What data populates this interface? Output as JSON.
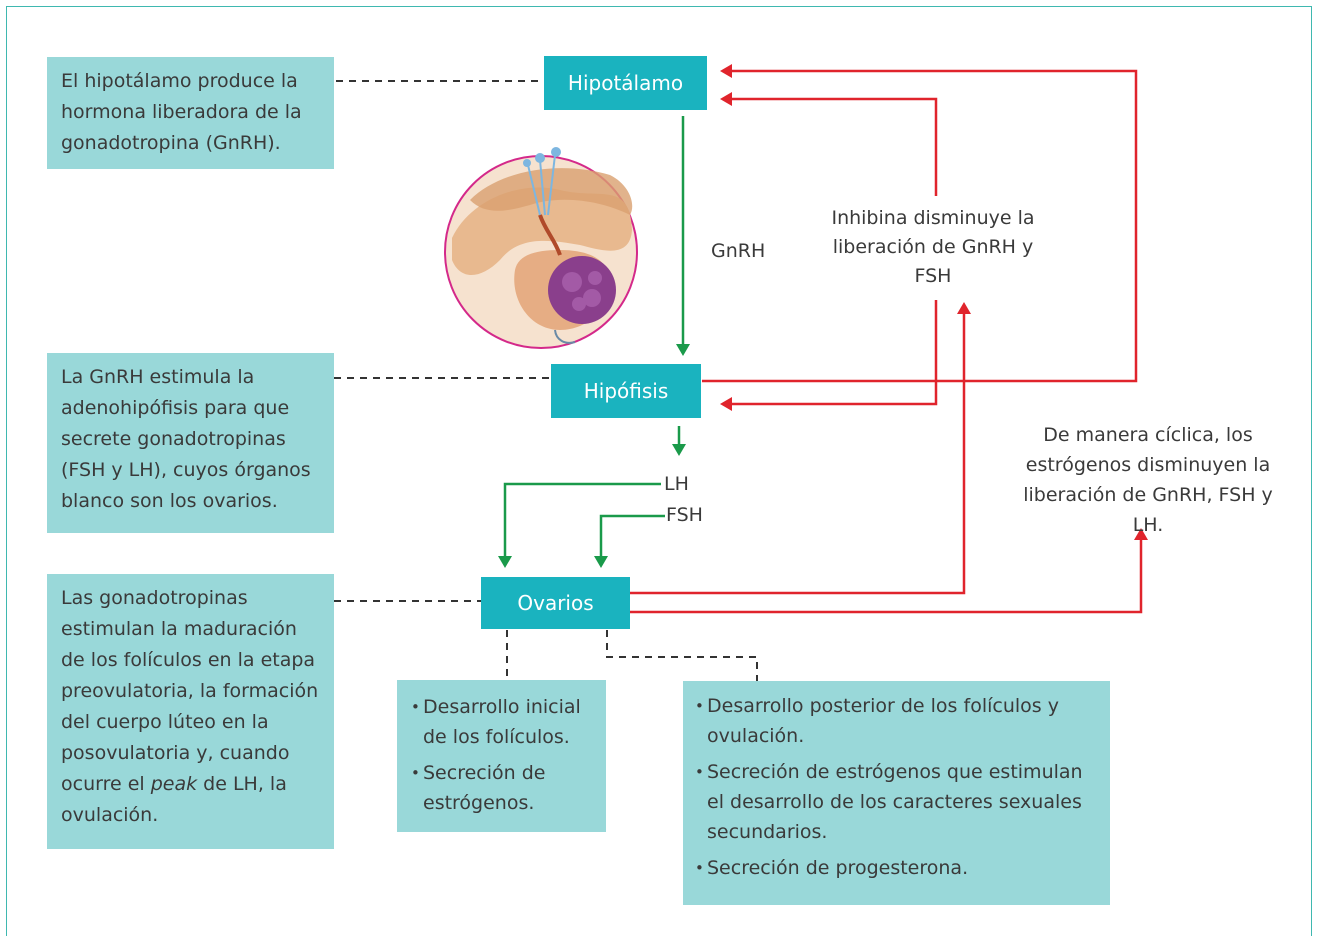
{
  "nodes": {
    "hypothalamus": "Hipotálamo",
    "pituitary": "Hipófisis",
    "ovaries": "Ovarios"
  },
  "left_notes": {
    "hypothalamus": "El hipotálamo produce la hormona liberadora de la gonadotropina (GnRH).",
    "pituitary": "La GnRH estimula la adenohipófisis para que secrete gonadotropinas (FSH y LH), cuyos órganos blanco son los ovarios.",
    "ovaries_pre": "Las gonadotropinas estimulan la maduración de los folículos en la etapa preovulatoria, la formación del cuerpo lúteo en la posovulatoria y, cuando ocurre el ",
    "ovaries_peak": "peak",
    "ovaries_post": " de LH, la ovulación."
  },
  "labels": {
    "gnrh": "GnRH",
    "lh": "LH",
    "fsh": "FSH",
    "inhibin": "Inhibina disminuye la liberación de GnRH y FSH",
    "estrogen_feedback": "De manera cíclica, los estrógenos disminuyen la liberación de GnRH, FSH y LH."
  },
  "effect_boxes": {
    "early": [
      "Desarrollo inicial de los folículos.",
      "Secreción de estrógenos."
    ],
    "late": [
      "Desarrollo posterior de los folículos y ovulación.",
      "Secreción de estrógenos que estimulan el desarrollo de los caracteres sexuales secundarios.",
      "Secreción de progesterona."
    ]
  },
  "colors": {
    "node_fill": "#1ab3bf",
    "note_fill": "#99d8d9",
    "stimulate_arrow": "#1a9a4a",
    "inhibit_arrow": "#e0242c",
    "frame": "#3fb8b0"
  },
  "illustration": "brain-pituitary-illustration"
}
